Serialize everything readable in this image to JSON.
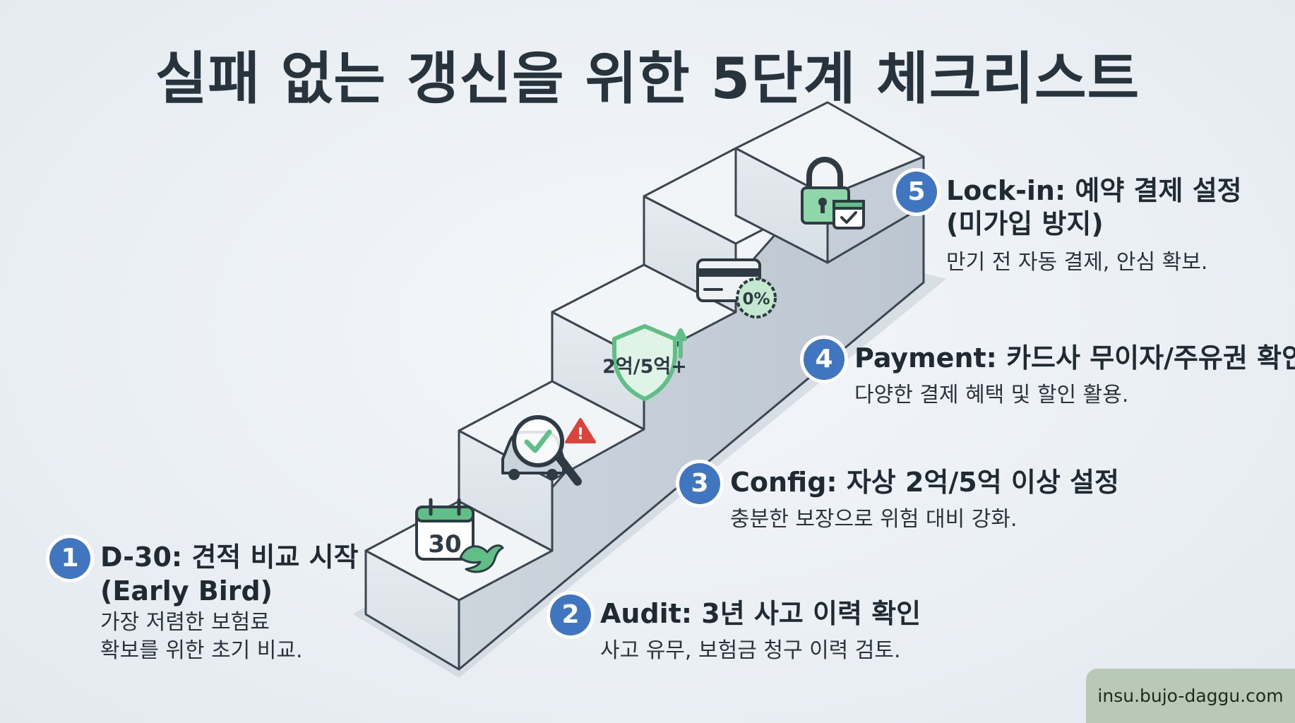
{
  "title": "실패 없는 갱신을 위한 5단계 체크리스트",
  "steps": [
    {
      "number": "1",
      "title_line1": "D-30: 견적 비교 시작",
      "title_line2": "(Early Bird)",
      "desc_line1": "가장 저렴한 보험료",
      "desc_line2": "확보를 위한 초기 비교.",
      "icon": "calendar-30-bird-icon",
      "icon_text": "30"
    },
    {
      "number": "2",
      "title_line1": "Audit: 3년 사고 이력 확인",
      "desc_line1": "사고 유무, 보험금 청구 이력 검토.",
      "icon": "magnifier-car-check-icon",
      "icon_text": "!"
    },
    {
      "number": "3",
      "title_line1": "Config: 자상 2억/5억 이상 설정",
      "desc_line1": "충분한 보장으로 위험 대비 강화.",
      "icon": "shield-arrow-icon",
      "icon_text": "2억/5억+"
    },
    {
      "number": "4",
      "title_line1": "Payment: 카드사 무이자/주유권 확인",
      "desc_line1": "다양한 결제 혜택 및 할인 활용.",
      "icon": "credit-card-discount-icon",
      "icon_text": "0%"
    },
    {
      "number": "5",
      "title_line1": "Lock-in: 예약 결제 설정",
      "title_line2": "(미가입 방지)",
      "desc_line1": "만기 전 자동 결제, 안심 확보.",
      "icon": "padlock-calendar-icon"
    }
  ],
  "footer": {
    "site": "insu.bujo-daggu.com"
  },
  "colors": {
    "accent_blue": "#3f76bf",
    "icon_green": "#5fbf86",
    "warning_red": "#d9453b",
    "step_top": "#f3f5f7",
    "step_front": "#dfe5eb",
    "step_side": "#c9d2db",
    "footer_bg": "#b8c9b5"
  }
}
